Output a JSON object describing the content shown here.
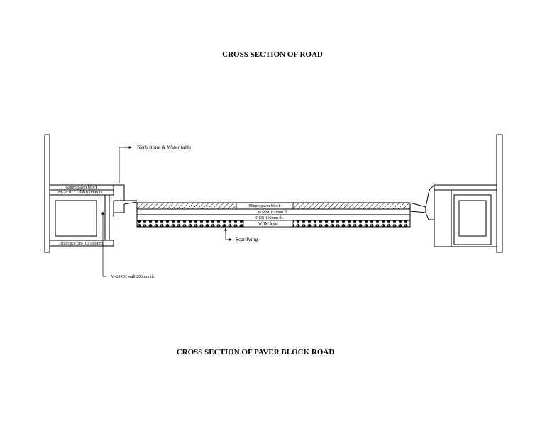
{
  "titles": {
    "main": "CROSS SECTION OF ROAD",
    "bottom": "CROSS SECTION OF PAVER BLOCK ROAD"
  },
  "labels": {
    "kerb": "Kerb stone & Water table",
    "paver_left": "60mm paver block",
    "slab_left": "M-20 RCC slab100mm th.",
    "drain_pcc": "Drain pcc (m-10) 150mm",
    "wall": "M-20 CC wall 200mm th.",
    "paver_road": "80mm paver block",
    "wmm": "WMM 150mm th.",
    "gsb": "GSB 100mm th.",
    "wbm": "WBM layer",
    "scarifying": "Scarifying"
  },
  "colors": {
    "line": "#000000",
    "background": "#ffffff"
  }
}
